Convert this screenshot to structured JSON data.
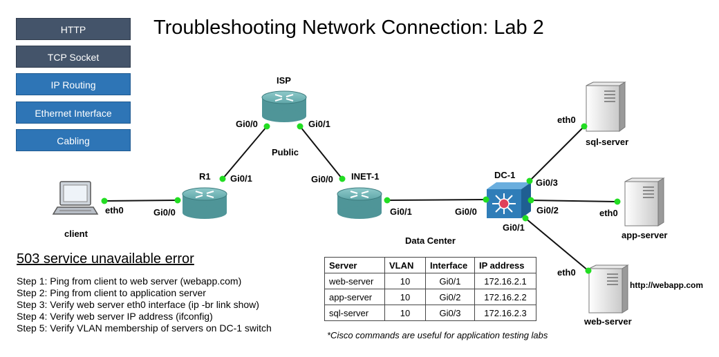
{
  "title": "Troubleshooting Network Connection: Lab 2",
  "layers": [
    "HTTP",
    "TCP Socket",
    "IP Routing",
    "Ethernet Interface",
    "Cabling"
  ],
  "devices": {
    "isp": "ISP",
    "r1": "R1",
    "inet1": "INET-1",
    "dc1": "DC-1",
    "client": "client",
    "sql_server": "sql-server",
    "app_server": "app-server",
    "web_server": "web-server"
  },
  "interfaces": {
    "isp_gi00": "Gi0/0",
    "isp_gi01": "Gi0/1",
    "r1_gi01": "Gi0/1",
    "r1_gi00": "Gi0/0",
    "client_eth0": "eth0",
    "inet1_gi00": "Gi0/0",
    "inet1_gi01": "Gi0/1",
    "dc1_gi00": "Gi0/0",
    "dc1_gi01": "Gi0/1",
    "dc1_gi02": "Gi0/2",
    "dc1_gi03": "Gi0/3",
    "sql_eth0": "eth0",
    "app_eth0": "eth0",
    "web_eth0": "eth0"
  },
  "zones": {
    "public": "Public",
    "datacenter": "Data Center"
  },
  "web_url": "http://webapp.com",
  "error_title": "503 service unavailable error",
  "steps": [
    "Step 1: Ping from client to web server (webapp.com)",
    "Step 2: Ping from client to application server",
    "Step 3: Verify web server eth0 interface (ip -br link show)",
    "Step 4: Verify web server IP address (ifconfig)",
    "Step 5: Verify VLAN membership of servers on DC-1 switch"
  ],
  "table": {
    "headers": [
      "Server",
      "VLAN",
      "Interface",
      "IP address"
    ],
    "rows": [
      [
        "web-server",
        "10",
        "Gi0/1",
        "172.16.2.1"
      ],
      [
        "app-server",
        "10",
        "Gi0/2",
        "172.16.2.2"
      ],
      [
        "sql-server",
        "10",
        "Gi0/3",
        "172.16.2.3"
      ]
    ]
  },
  "note": "*Cisco commands are useful for application testing labs",
  "colors": {
    "layer_dark": "#44546a",
    "layer_blue": "#2e75b6",
    "router": "#5fa6a8",
    "port_dot": "#22dd22",
    "switch": "#2f7db8"
  }
}
